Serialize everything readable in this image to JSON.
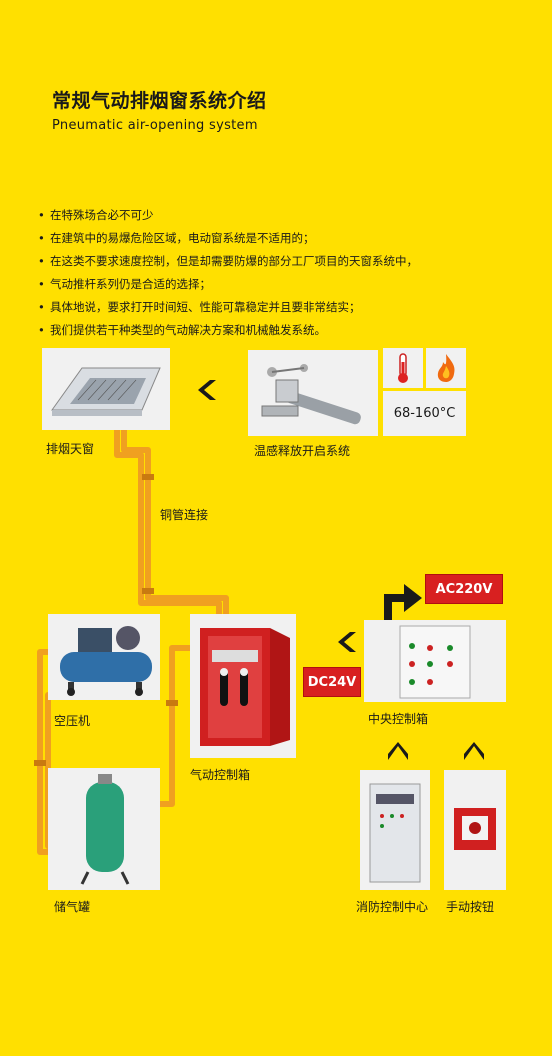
{
  "header": {
    "title": "常规气动排烟窗系统介绍",
    "subtitle": "Pneumatic air-opening system"
  },
  "bullets": [
    "在特殊场合必不可少",
    "在建筑中的易爆危险区域，电动窗系统是不适用的；",
    "在这类不要求速度控制，但是却需要防爆的部分工厂项目的天窗系统中，",
    "气动推杆系列仍是合适的选择；",
    "具体地说，要求打开时间短、性能可靠稳定并且要非常结实；",
    "我们提供若干种类型的气动解决方案和机械触发系统。"
  ],
  "labels": {
    "skylight": "排烟天窗",
    "thermal": "温感释放开启系统",
    "temp_range": "68-160°C",
    "copper_pipe": "铜管连接",
    "compressor": "空压机",
    "pneumatic_box": "气动控制箱",
    "central_box": "中央控制箱",
    "tank": "储气罐",
    "fire_center": "消防控制中心",
    "manual_button": "手动按钮",
    "ac": "AC220V",
    "dc": "DC24V"
  },
  "icons": {
    "thermometer": "thermometer-icon",
    "flame": "flame-icon"
  },
  "colors": {
    "background": "#FFE000",
    "pipe": "#F0A020",
    "tag_red": "#D82020",
    "arrow": "#1a1a1a"
  }
}
